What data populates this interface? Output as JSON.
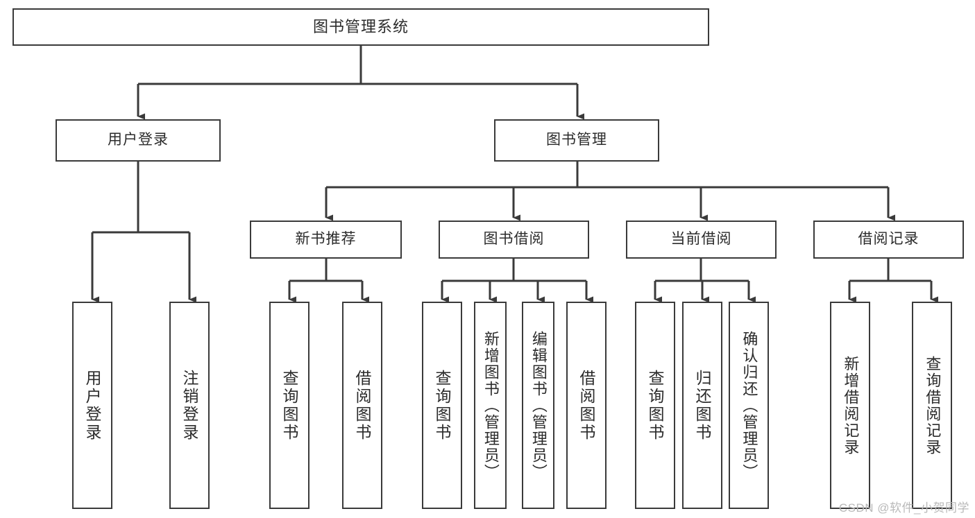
{
  "diagram": {
    "type": "tree-hierarchy",
    "title": "图书管理系统",
    "watermark": "CSDN @软件_小贺同学",
    "colors": {
      "box_border": "#3a3a3a",
      "box_fill": "#ffffff",
      "connector": "#3a3a3a",
      "text": "#2b2b2b",
      "watermark": "#b9b9b9",
      "background": "#ffffff"
    },
    "root": {
      "label": "图书管理系统"
    },
    "level2": [
      {
        "label": "用户登录"
      },
      {
        "label": "图书管理"
      }
    ],
    "level3": [
      {
        "label": "新书推荐"
      },
      {
        "label": "图书借阅"
      },
      {
        "label": "当前借阅"
      },
      {
        "label": "借阅记录"
      }
    ],
    "leaves": {
      "user_login": [
        {
          "label": "用户登录"
        },
        {
          "label": "注销登录"
        }
      ],
      "new_book_recommend": [
        {
          "label": "查询图书"
        },
        {
          "label": "借阅图书"
        }
      ],
      "book_borrow": [
        {
          "label": "查询图书"
        },
        {
          "label": "新增图书（管理员）"
        },
        {
          "label": "编辑图书（管理员）"
        },
        {
          "label": "借阅图书"
        }
      ],
      "current_borrow": [
        {
          "label": "查询图书"
        },
        {
          "label": "归还图书"
        },
        {
          "label": "确认归还（管理员）"
        }
      ],
      "borrow_record": [
        {
          "label": "新增借阅记录"
        },
        {
          "label": "查询借阅记录"
        }
      ]
    }
  }
}
